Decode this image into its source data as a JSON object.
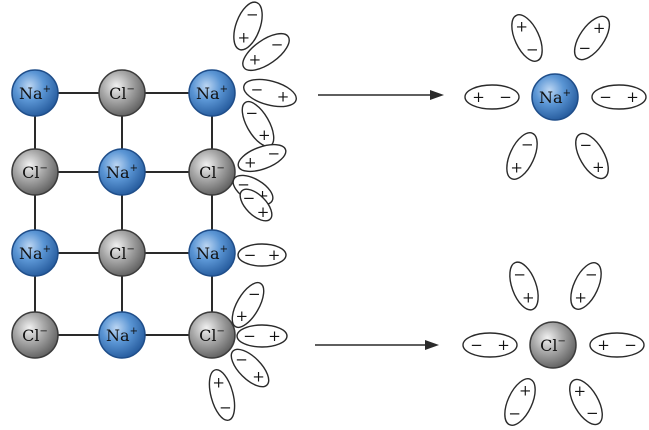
{
  "lattice": {
    "na_label": "Na",
    "cl_label": "Cl",
    "na_sign": "+",
    "cl_sign": "−",
    "grid": [
      [
        "Na",
        "Cl",
        "Na"
      ],
      [
        "Cl",
        "Na",
        "Cl"
      ],
      [
        "Na",
        "Cl",
        "Na"
      ],
      [
        "Cl",
        "Na",
        "Cl"
      ]
    ]
  },
  "dipole_signs": {
    "positive": "+",
    "negative": "−"
  },
  "hydrated_ions": [
    {
      "id": "na",
      "ion": "Na",
      "sign": "+"
    },
    {
      "id": "cl",
      "ion": "Cl",
      "sign": "−"
    }
  ],
  "colors": {
    "na_fill": "#4a86c8",
    "na_edge": "#1f4e8a",
    "cl_fill": "#9a9a9a",
    "cl_edge": "#3c3c3c",
    "line": "#2a2a2a",
    "water_fill": "#ffffff"
  }
}
